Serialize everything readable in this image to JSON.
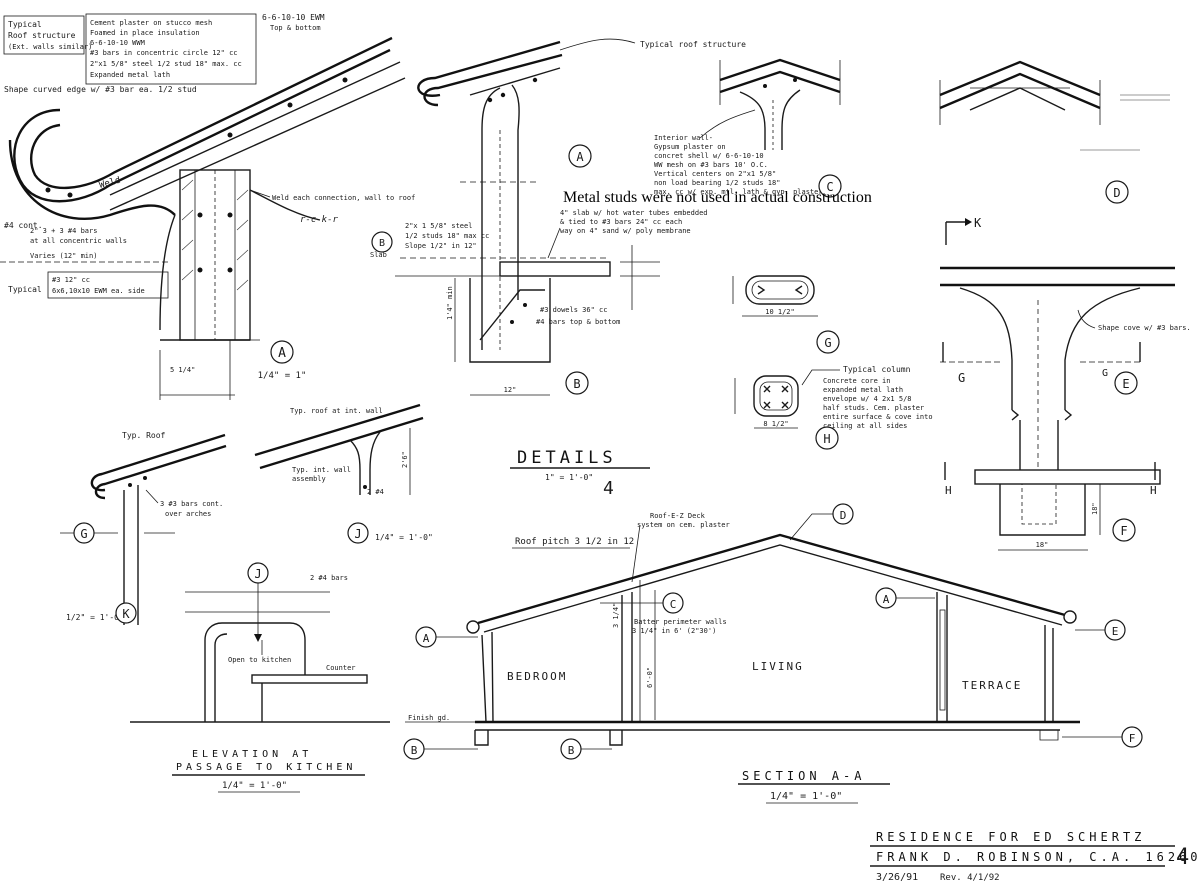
{
  "notice": "Metal studs were not used in actual construction",
  "detail_a": {
    "typical_label": "Typical",
    "typical_sub1": "Roof structure",
    "typical_sub2": "(Ext. walls similar)",
    "spec_lines": [
      "Cement plaster on stucco mesh",
      "Foamed in place insulation",
      "6-6-10-10 WWM",
      "#3 bars in concentric circle 12\" cc",
      "2\"x1 5/8\" steel 1/2 stud 18\" max. cc",
      "Expanded metal lath"
    ],
    "ewm_top": "6-6-10-10 EWM",
    "ewm_sub": "Top & bottom",
    "shape_edge": "Shape curved edge w/ #3 bar ea. 1/2 stud",
    "weld": "Weld",
    "weld_each": "Weld each connection, wall to roof",
    "cont": "#4 cont.",
    "bars_note1": "2\" 3 + 3 #4 bars",
    "bars_note2": "at all concentric walls",
    "varies": "Varies (12\" min)",
    "typ_col": "Typical",
    "col_note1": "#3 12\" cc",
    "col_note2": "6x6,10x10 EWM ea. side",
    "rake": "r-c-k-r",
    "bubble": "A",
    "scale": "1/4\" = 1\""
  },
  "detail_b": {
    "bubble": "A",
    "slab": "B",
    "slab_word": "Slab",
    "stud_note1": "2\"x 1 5/8\" steel",
    "stud_note2": "1/2 studs 18\" max cc",
    "stud_note3": "Slope 1/2\" in 12\"",
    "slab_note1": "4\" slab w/ hot water tubes embedded",
    "slab_note2": "& tied to #3 bars 24\" cc each",
    "slab_note3": "way on 4\" sand w/ poly membrane",
    "dowels": "#3 dowels 36\" cc",
    "bars": "#4 bars top & bottom",
    "dim": "12\"",
    "bottom_bubble": "B"
  },
  "detail_c": {
    "label": "Typical roof structure",
    "wall_notes": [
      "Interior wall-",
      "Gypsum plaster on",
      "concret shell w/ 6-6-10-10",
      "WW mesh on #3 bars 10' O.C.",
      "Vertical centers on 2\"x1 5/8\"",
      "non load bearing 1/2 studs 18\"",
      "max. cc w/ exp. mtl. lath & gyp. plaster."
    ],
    "bubble": "C"
  },
  "detail_d": {
    "bubble": "D"
  },
  "detail_e": {
    "k_marker": "K",
    "shape_cove": "Shape cove w/ #3 bars.",
    "typ_col": "Typical column",
    "col_notes": [
      "Concrete core in",
      "expanded metal lath",
      "envelope w/ 4 2x1 5/8",
      "half studs. Cem. plaster",
      "entire surface & cove into",
      "ceiling at all sides"
    ],
    "g_left": "G",
    "g_right": "G",
    "bubble": "E",
    "h_left": "H",
    "h_right": "H",
    "dim": "18\"",
    "dim_side": "18\"",
    "bottom_bubble": "F"
  },
  "detail_g": {
    "dim": "10 1/2\"",
    "bubble": "G",
    "h_dim": "8 1/2\"",
    "h_bubble": "H"
  },
  "detail_roof": {
    "typ_roof": "Typ. Roof",
    "bars": "3 #3 bars cont.",
    "bars2": "over arches",
    "bubble": "G"
  },
  "detail_j": {
    "label": "Typ. roof at int. wall",
    "assembly1": "Typ. int. wall",
    "assembly2": "assembly",
    "bars": "2 #4",
    "bubble": "J",
    "scale": "1/4\" = 1'-0\""
  },
  "detail_k": {
    "scale": "1/2\" = 1'-0\"",
    "bubble": "K"
  },
  "details_heading": {
    "title": "DETAILS",
    "scale": "1\" = 1'-0\"",
    "sheet": "4"
  },
  "elevation": {
    "j": "J",
    "bars": "2 #4 bars",
    "open": "Open to kitchen",
    "counter": "Counter",
    "title1": "ELEVATION AT",
    "title2": "PASSAGE TO KITCHEN",
    "scale": "1/4\" = 1'-0\""
  },
  "section": {
    "roof_note1": "Roof-E-Z Deck",
    "roof_note2": "system on cem. plaster",
    "pitch": "Roof pitch 3 1/2 in 12",
    "d": "D",
    "c": "C",
    "a_top": "A",
    "a_left": "A",
    "e": "E",
    "b_left": "B",
    "b_mid": "B",
    "f": "F",
    "batter": "Batter perimeter walls",
    "batter2": "3 1/4\" in 6' (2\"30')",
    "dim_v": "6'-0\"",
    "dim_top": "3 1/4\"",
    "bedroom": "BEDROOM",
    "living": "LIVING",
    "terrace": "TERRACE",
    "finish": "Finish gd.",
    "title": "SECTION A-A",
    "scale": "1/4\" = 1'-0\""
  },
  "title_block": {
    "line1": "RESIDENCE FOR ED SCHERTZ",
    "line2": "FRANK D. ROBINSON, C.A. 16260",
    "line3": "3/26/91",
    "rev": "Rev. 4/1/92",
    "sheet": "4"
  }
}
